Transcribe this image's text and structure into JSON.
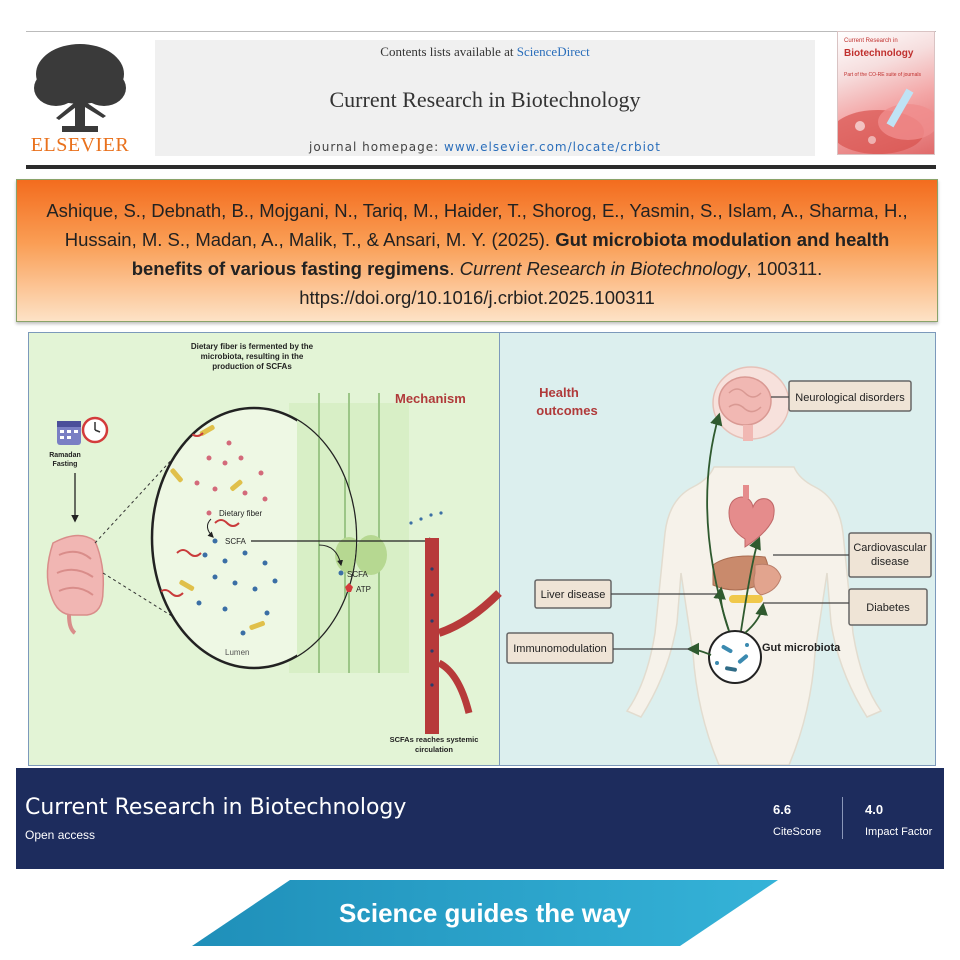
{
  "header": {
    "publisher_logo_text": "ELSEVIER",
    "contents_prefix": "Contents lists available at ",
    "contents_link": "ScienceDirect",
    "journal_title": "Current Research in Biotechnology",
    "homepage_prefix": "journal homepage: ",
    "homepage_url": "www.elsevier.com/locate/crbiot",
    "cover_label": "Current Research in",
    "cover_title": "Biotechnology",
    "cover_subtitle": "Part of the CO-RE suite of journals"
  },
  "citation": {
    "authors": "Ashique, S., Debnath, B., Mojgani, N., Tariq, M., Haider, T., Shorog, E., Yasmin, S., Islam, A., Sharma, H., Hussain, M. S., Madan, A., Malik, T., & Ansari, M. Y. (2025).",
    "title": "Gut microbiota modulation and health benefits of various fasting regimens",
    "journal": "Current Research in Biotechnology",
    "rest": ", 100311. https://doi.org/10.1016/j.crbiot.2025.100311"
  },
  "abstract": {
    "left": {
      "fiber_caption": [
        "Dietary fiber is fermented by the",
        "microbiota, resulting in the",
        "production of SCFAs"
      ],
      "mechanism_title": "Mechanism",
      "ramadan_label": [
        "Ramadan",
        "Fasting"
      ],
      "dietary_fiber": "Dietary fiber",
      "scfa": "SCFA",
      "scfa_cell": "SCFA",
      "atp": "ATP",
      "lumen": "Lumen",
      "systemic_label": [
        "SCFAs reaches systemic",
        "circulation"
      ]
    },
    "right": {
      "health_title": [
        "Health",
        "outcomes"
      ],
      "neuro": "Neurological disorders",
      "cardio": [
        "Cardiovascular",
        "disease"
      ],
      "liver": "Liver disease",
      "diabetes": "Diabetes",
      "immuno": "Immunomodulation",
      "gut": "Gut microbiota"
    }
  },
  "footer": {
    "journal_title": "Current Research in Biotechnology",
    "access": "Open access",
    "metric1_value": "6.6",
    "metric1_label": "CiteScore",
    "metric2_value": "4.0",
    "metric2_label": "Impact Factor"
  },
  "slogan": "Science guides the way",
  "colors": {
    "elsevier_orange": "#e9711c",
    "citation_orange": "#f36c1e",
    "footer_navy": "#1d2c5d",
    "slogan_blue": "#2aa6cf",
    "link_blue": "#2a6ebb",
    "left_panel_green": "#e3f4d6",
    "right_panel_teal": "#dcefee",
    "mechanism_red": "#b03a3a"
  }
}
